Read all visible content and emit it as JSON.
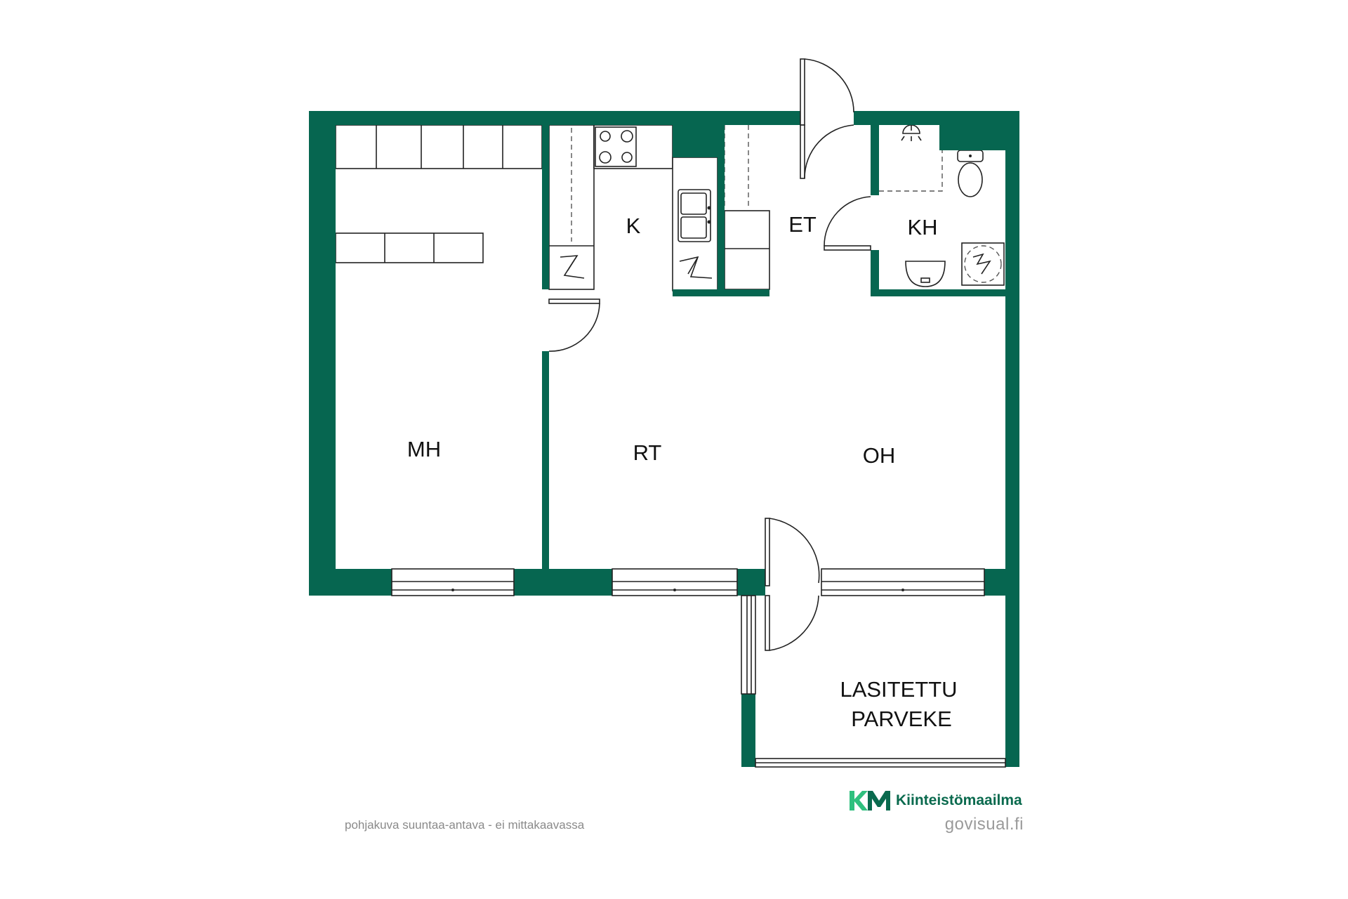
{
  "colors": {
    "wall": "#066650",
    "brand_green": "#0a6a4e",
    "brand_light": "#2fc07e",
    "line": "#222222"
  },
  "rooms": {
    "mh": "MH",
    "k": "K",
    "et": "ET",
    "kh": "KH",
    "rt": "RT",
    "oh": "OH",
    "balcony_line1": "LASITETTU",
    "balcony_line2": "PARVEKE"
  },
  "footer": {
    "disclaimer": "pohjakuva suuntaa-antava - ei mittakaavassa",
    "brand_mark": "KM",
    "brand_name": "Kiinteistömaailma",
    "website": "govisual.fi"
  },
  "icons": [
    "stove-icon",
    "sink-icon",
    "electric-panel-icon",
    "shower-icon",
    "toilet-icon",
    "washbasin-icon",
    "floor-drain-icon",
    "door-swing-icon",
    "window-icon"
  ]
}
